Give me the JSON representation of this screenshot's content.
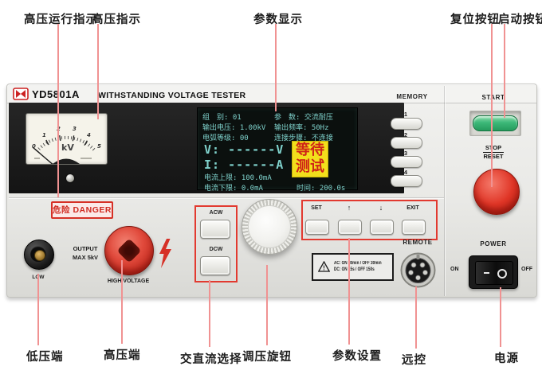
{
  "colors": {
    "leader_line": "#f09292",
    "accent_red": "#d93a30",
    "start_green": "#3cb878",
    "lcd_bg": "#0b100e",
    "lcd_text": "#7fd2cc",
    "status_bg": "#f2df1c",
    "status_text": "#cf2318"
  },
  "annotations": {
    "top": {
      "hv_run_indicator": "高压运行指示",
      "hv_indicator": "高压指示",
      "param_display": "参数显示",
      "reset_button": "复位按钮",
      "start_button": "启动按钮"
    },
    "bottom": {
      "low_terminal": "低压端",
      "hv_terminal": "高压端",
      "acdc_select": "交直流选择",
      "voltage_knob": "调压旋钮",
      "param_setting": "参数设置",
      "remote": "远控",
      "power": "电源"
    }
  },
  "device": {
    "model": "YD5801A",
    "title": "WITHSTANDING VOLTAGE TESTER",
    "meter": {
      "unit": "kV",
      "ticks": [
        "0",
        "1",
        "2",
        "3",
        "4",
        "5"
      ]
    },
    "lcd": {
      "group": "组　别: 01",
      "param": "参　数: 交流耐压",
      "out_voltage": "输出电压: 1.00kV",
      "out_freq": "输出频率: 50Hz",
      "arc_level": "电弧等级: 00",
      "link_step": "连接步骤: 不连接",
      "v_line": "V: ------V",
      "i_line": "I: ------A",
      "status1": "等待",
      "status2": "测试",
      "cur_upper": "电流上限: 100.0mA",
      "cur_lower": "电流下限: 0.0mA",
      "time": "时间:  200.0s"
    },
    "memory": {
      "label": "MEMORY",
      "buttons": [
        "1",
        "2",
        "3",
        "4"
      ]
    },
    "right": {
      "start": "START",
      "stop": "STOP",
      "reset": "RESET",
      "power": "POWER",
      "on": "ON",
      "off": "OFF"
    },
    "main": {
      "danger": "危险 DANGER",
      "output": "OUTPUT",
      "max": "MAX  5kV",
      "low": "LOW",
      "high_voltage": "HIGH VOLTAGE",
      "acw": "ACW",
      "dcw": "DCW",
      "set": "SET",
      "up": "↑",
      "down": "↓",
      "exit": "EXIT",
      "warning_line1": "AC: ON 30min / OFF 30min",
      "warning_line2": "DC: ON 15s  /  OFF 150s",
      "remote": "REMOTE"
    }
  }
}
